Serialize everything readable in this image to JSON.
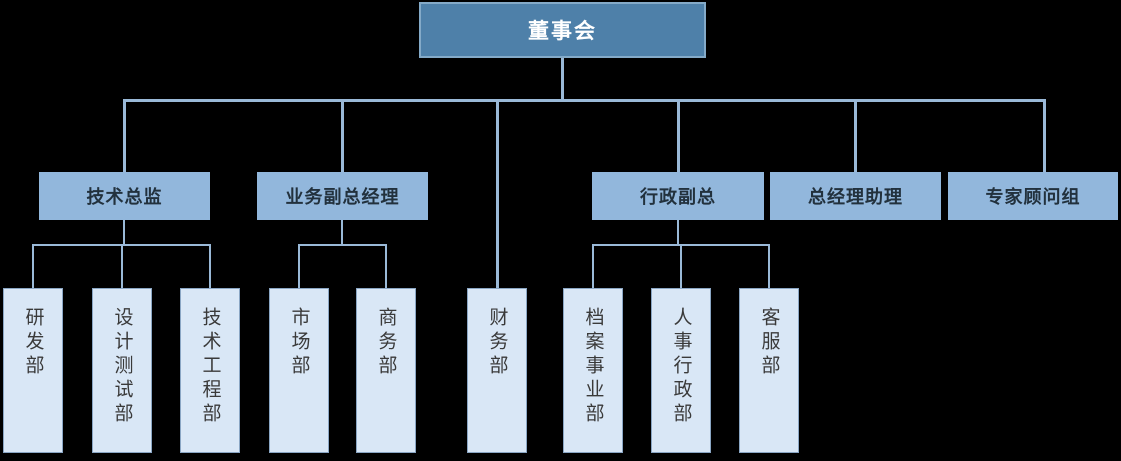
{
  "org_chart": {
    "root": {
      "label": "董事会"
    },
    "level2": [
      {
        "label": "技术总监",
        "parent": "董事会"
      },
      {
        "label": "业务副总经理",
        "parent": "董事会"
      },
      {
        "label": "行政副总",
        "parent": "董事会"
      },
      {
        "label": "总经理助理",
        "parent": "董事会"
      },
      {
        "label": "专家顾问组",
        "parent": "董事会"
      }
    ],
    "level3": [
      {
        "label": "研发部",
        "parent": "技术总监"
      },
      {
        "label": "设计测试部",
        "parent": "技术总监"
      },
      {
        "label": "技术工程部",
        "parent": "技术总监"
      },
      {
        "label": "市场部",
        "parent": "业务副总经理"
      },
      {
        "label": "商务部",
        "parent": "业务副总经理"
      },
      {
        "label": "财务部",
        "parent": "董事会"
      },
      {
        "label": "档案事业部",
        "parent": "行政副总"
      },
      {
        "label": "人事行政部",
        "parent": "行政副总"
      },
      {
        "label": "客服部",
        "parent": "行政副总"
      }
    ],
    "colors": {
      "background": "#000000",
      "root_fill": "#4e80a9",
      "root_border": "#84aac8",
      "root_text": "#ffffff",
      "level2_fill": "#92b7dc",
      "level2_text": "#22313d",
      "level3_fill": "#d9e7f6",
      "level3_border": "#8aa6c4",
      "level3_text": "#3a3a3a",
      "connector": "#9ab9d7"
    }
  }
}
